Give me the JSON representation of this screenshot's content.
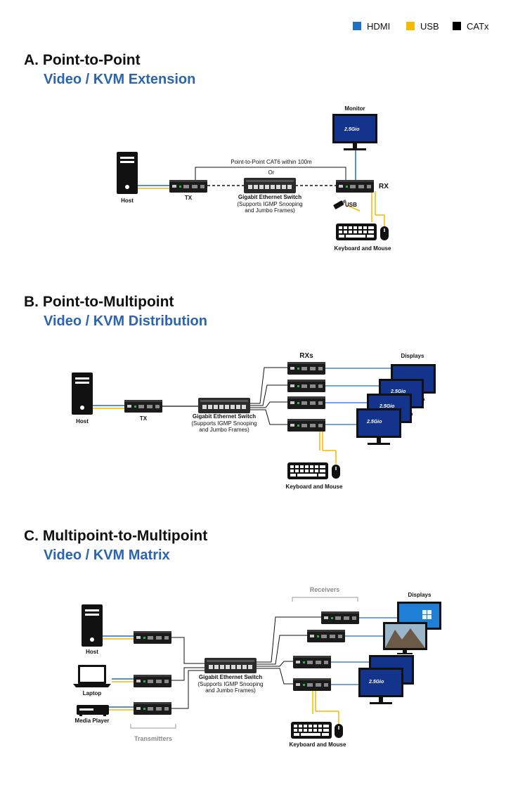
{
  "legend": [
    {
      "label": "HDMI",
      "color": "#1f6fc4"
    },
    {
      "label": "USB",
      "color": "#f5b800"
    },
    {
      "label": "CATx",
      "color": "#000000"
    }
  ],
  "colors": {
    "hdmi": "#1f6fc4",
    "usb": "#f5b800",
    "catx": "#000000",
    "subtitle": "#2a65b0"
  },
  "brand_text": "2.5Gio",
  "sections": {
    "a": {
      "title": "A. Point-to-Point",
      "subtitle": "Video / KVM Extension",
      "host": "Host",
      "tx": "TX",
      "rx": "RX",
      "monitor": "Monitor",
      "direct_link": "Point-to-Point CAT6 within 100m",
      "or": "Or",
      "switch": "Gigabit Ethernet Switch",
      "switch_note1": "(Supports IGMP Snooping",
      "switch_note2": "and Jumbo Frames)",
      "usb": "USB",
      "kbm": "Keyboard and Mouse"
    },
    "b": {
      "title": "B. Point-to-Multipoint",
      "subtitle": "Video / KVM Distribution",
      "host": "Host",
      "tx": "TX",
      "rxs": "RXs",
      "displays": "Displays",
      "switch": "Gigabit Ethernet Switch",
      "switch_note1": "(Supports IGMP Snooping",
      "switch_note2": "and Jumbo Frames)",
      "kbm": "Keyboard and Mouse"
    },
    "c": {
      "title": "C. Multipoint-to-Multipoint",
      "subtitle": "Video / KVM Matrix",
      "host": "Host",
      "laptop": "Laptop",
      "media_player": "Media Player",
      "transmitters": "Transmitters",
      "receivers": "Receivers",
      "displays": "Displays",
      "switch": "Gigabit Ethernet Switch",
      "switch_note1": "(Supports IGMP Snooping",
      "switch_note2": "and Jumbo Frames)",
      "kbm": "Keyboard and Mouse"
    }
  }
}
